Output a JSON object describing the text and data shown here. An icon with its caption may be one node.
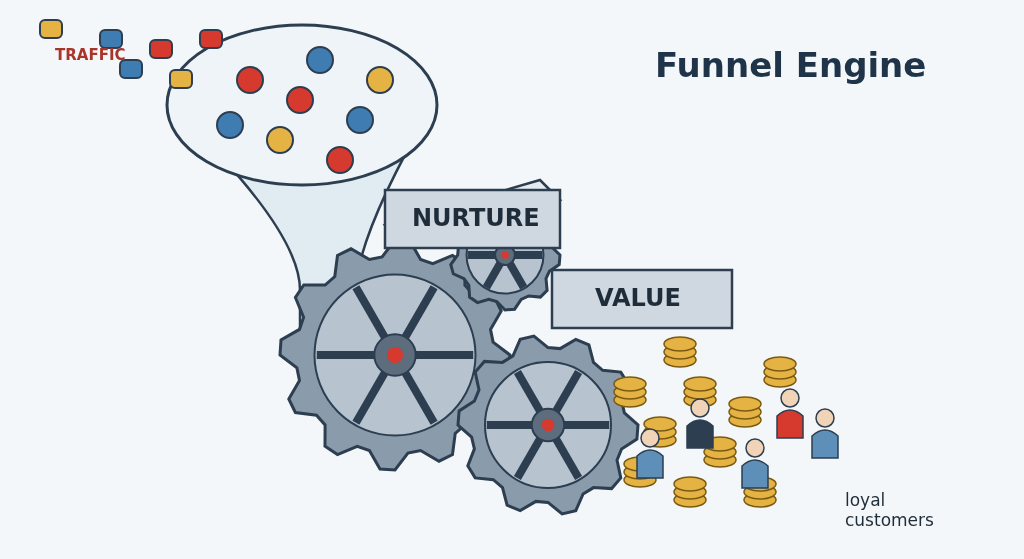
{
  "diagram": {
    "title": "Funnel Engine",
    "labels": [
      "TRAFFIC",
      "NURTURE",
      "VALUE",
      "loyal customers"
    ]
  }
}
